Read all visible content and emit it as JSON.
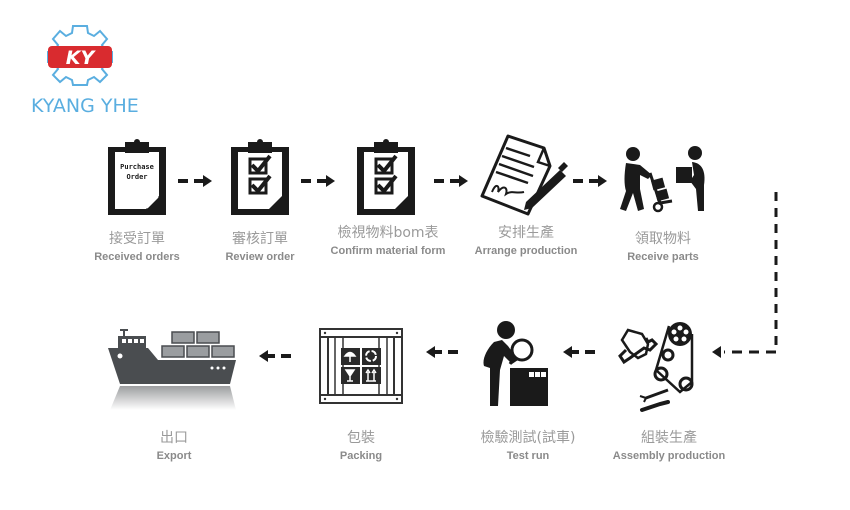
{
  "logo": {
    "mark": "KY",
    "name": "KYANG YHE",
    "mark_color": "#d92b2f",
    "gear_color": "#5aaee0"
  },
  "clipboard_note": [
    "Purchase",
    "Order"
  ],
  "steps": [
    {
      "zh": "接受訂單",
      "en": "Received orders",
      "icon": "clipboard-purchase-order-icon"
    },
    {
      "zh": "審核訂單",
      "en": "Review order",
      "icon": "clipboard-checklist-icon"
    },
    {
      "zh": "檢視物料bom表",
      "en": "Confirm material form",
      "icon": "clipboard-checklist-icon"
    },
    {
      "zh": "安排生產",
      "en": "Arrange production",
      "icon": "contract-signing-icon"
    },
    {
      "zh": "領取物料",
      "en": "Receive parts",
      "icon": "workers-hand-truck-icon"
    },
    {
      "zh": "組裝生產",
      "en": "Assembly production",
      "icon": "assembly-tools-icon"
    },
    {
      "zh": "檢驗測試(試車)",
      "en": "Test run",
      "icon": "inspector-magnifier-icon"
    },
    {
      "zh": "包裝",
      "en": "Packing",
      "icon": "packing-crate-icon"
    },
    {
      "zh": "出口",
      "en": "Export",
      "icon": "cargo-ship-icon"
    }
  ],
  "colors": {
    "icon": "#1a1a1a",
    "caption_zh": "#9a9a9a",
    "caption_en": "#8a8a8a",
    "ship": "#4a4d50"
  }
}
